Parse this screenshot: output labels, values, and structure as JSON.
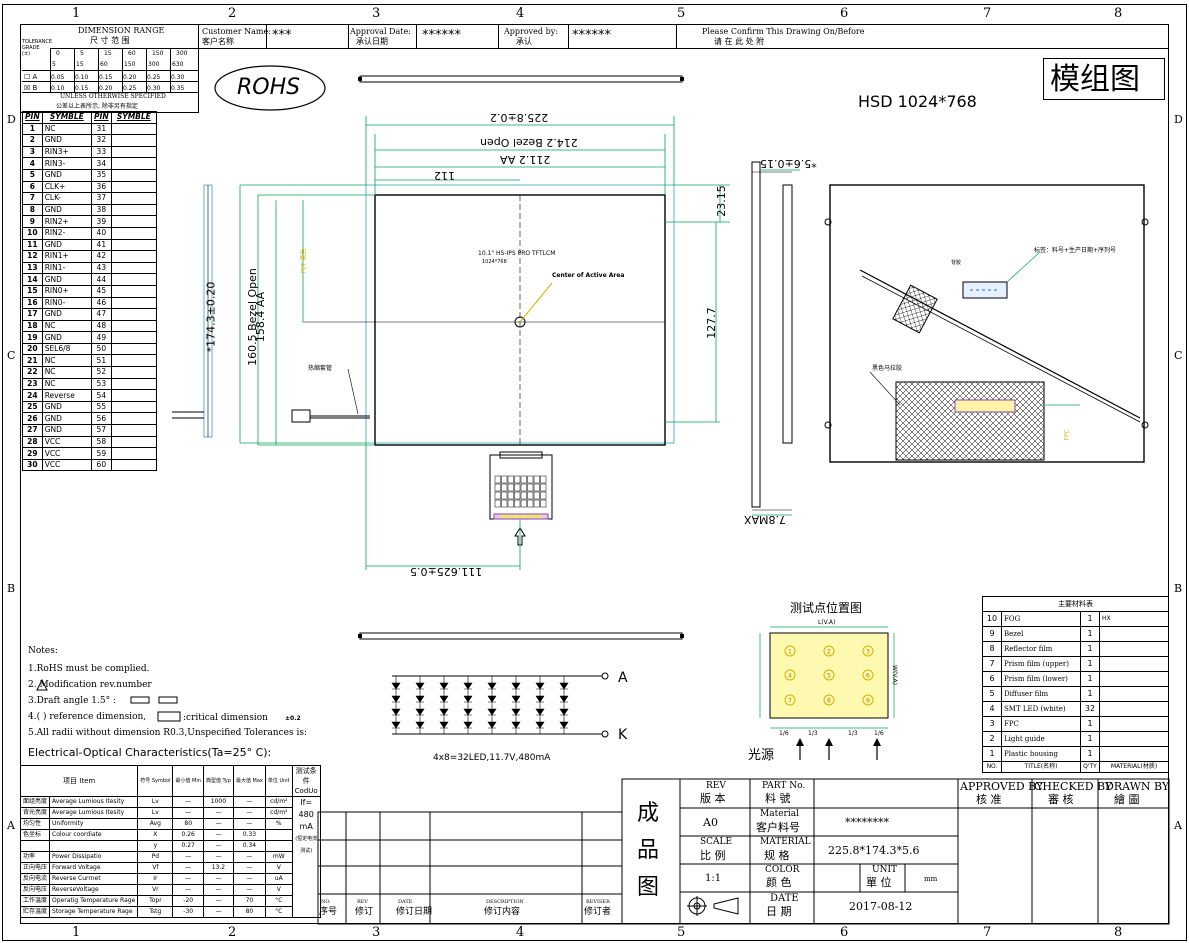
{
  "border": {
    "top_cols": [
      "1",
      "2",
      "3",
      "4",
      "5",
      "6",
      "7",
      "8"
    ],
    "side_rows": [
      "D",
      "C",
      "B",
      "A"
    ]
  },
  "header": {
    "tolerance": {
      "title_en": "DIMENSION RANGE",
      "title_cn": "尺 寸 范 围",
      "grade_label": "TOLERANCE GRADE (±)",
      "ranges_top": [
        "0",
        "5",
        "15",
        "60",
        "150",
        "300"
      ],
      "ranges_bottom": [
        "5",
        "15",
        "60",
        "150",
        "300",
        "630"
      ],
      "row_a_label": "A",
      "row_a": [
        "0.05",
        "0.10",
        "0.15",
        "0.20",
        "0.25",
        "0.30"
      ],
      "row_b_label": "B",
      "row_b": [
        "0.10",
        "0.15",
        "0.20",
        "0.25",
        "0.30",
        "0.35"
      ],
      "note1": "UNLESS OTHERWISE SPECIFIED",
      "note2": "公差以上表所示, 除非另有指定"
    },
    "customer_label": "Customer Name:",
    "customer_label_cn": "客户名称",
    "customer_value": "***",
    "approval_date_label": "Approval Date:",
    "approval_date_label_cn": "承认日期",
    "approval_date_value": "******",
    "approved_by_label": "Approved by:",
    "approved_by_label_cn": "承认",
    "approved_by_value": "******",
    "confirm_label": "Please Confirm This Drawing On/Before",
    "confirm_label_cn": "请 在 此 处 附"
  },
  "pins": {
    "header": [
      "PIN",
      "SYMBLE",
      "PIN",
      "SYMBLE"
    ],
    "rows": [
      [
        "1",
        "NC",
        "31",
        ""
      ],
      [
        "2",
        "GND",
        "32",
        ""
      ],
      [
        "3",
        "RIN3+",
        "33",
        ""
      ],
      [
        "4",
        "RIN3-",
        "34",
        ""
      ],
      [
        "5",
        "GND",
        "35",
        ""
      ],
      [
        "6",
        "CLK+",
        "36",
        ""
      ],
      [
        "7",
        "CLK-",
        "37",
        ""
      ],
      [
        "8",
        "GND",
        "38",
        ""
      ],
      [
        "9",
        "RIN2+",
        "39",
        ""
      ],
      [
        "10",
        "RIN2-",
        "40",
        ""
      ],
      [
        "11",
        "GND",
        "41",
        ""
      ],
      [
        "12",
        "RIN1+",
        "42",
        ""
      ],
      [
        "13",
        "RIN1-",
        "43",
        ""
      ],
      [
        "14",
        "GND",
        "44",
        ""
      ],
      [
        "15",
        "RIN0+",
        "45",
        ""
      ],
      [
        "16",
        "RIN0-",
        "46",
        ""
      ],
      [
        "17",
        "GND",
        "47",
        ""
      ],
      [
        "18",
        "NC",
        "48",
        ""
      ],
      [
        "19",
        "GND",
        "49",
        ""
      ],
      [
        "20",
        "SEL6/8",
        "50",
        ""
      ],
      [
        "21",
        "NC",
        "51",
        ""
      ],
      [
        "22",
        "NC",
        "52",
        ""
      ],
      [
        "23",
        "NC",
        "53",
        ""
      ],
      [
        "24",
        "Reverse",
        "54",
        ""
      ],
      [
        "25",
        "GND",
        "55",
        ""
      ],
      [
        "26",
        "GND",
        "56",
        ""
      ],
      [
        "27",
        "GND",
        "57",
        ""
      ],
      [
        "28",
        "VCC",
        "58",
        ""
      ],
      [
        "29",
        "VCC",
        "59",
        ""
      ],
      [
        "30",
        "VCC",
        "60",
        ""
      ]
    ]
  },
  "drawing": {
    "rohs": "ROHS",
    "module_title": "模组图",
    "model": "HSD  1024*768",
    "dim_outline_w": "225.8±0.2",
    "dim_bezel_w": "214.2 Bezel Open",
    "dim_aa_w": "211.2 AA",
    "dim_center_x": "112",
    "dim_outline_h": "*174.3±0.20",
    "dim_bezel_h": "160.5 Bezel Open",
    "dim_aa_h": "158.4 AA",
    "dim_right_top": "23.15",
    "dim_right_mid": "127.7",
    "dim_bottom": "111.625±0.5",
    "dim_thickness": "*5.6±0.15",
    "dim_max": "7.8MAX",
    "panel_label": "10.1\" HS-IPS PRO TFTLCM",
    "panel_res": "1024*768",
    "center_label": "Center of Active Area",
    "cable_label": "热缩套管",
    "yellow_label": "PET 黄色",
    "back_label_1": "标签：料号+生产日期+序列号",
    "back_label_2": "黑色马拉胶",
    "back_label_3": "背胶",
    "back_label_4": "FPC"
  },
  "notes": {
    "title": "Notes:",
    "items": [
      "1.RoHS must be complied.",
      "2.   Modification rev.number",
      "3.Draft angle 1.5° :",
      "4.( ) reference dimension,",
      "5.All radii without dimension R0.3,Unspecified Tolerances is:"
    ],
    "critical": ":critical dimension",
    "critical_val": "±0.2"
  },
  "led": {
    "label_a": "A",
    "label_k": "K",
    "caption": "4x8=32LED,11.7V,480mA"
  },
  "test_points": {
    "title": "测试点位置图",
    "light_source": "光源",
    "dim_top": "L(V.A)",
    "dim_right": "W(V.A)",
    "fractions": [
      "1/6",
      "1/3",
      "1/3",
      "1/6"
    ],
    "points": [
      "1",
      "2",
      "3",
      "4",
      "5",
      "6",
      "7",
      "8",
      "9"
    ]
  },
  "eo": {
    "title": "Electrical-Optical Characteristics(Ta=25° C):",
    "header": [
      "项目",
      "Item",
      "符号",
      "最小值",
      "典型值",
      "最大值",
      "单位",
      "测试条件"
    ],
    "header_en": [
      "Symbol",
      "Min",
      "Typ",
      "Max",
      "Unit",
      "CodUo"
    ],
    "rows": [
      [
        "面组亮度",
        "Average Lumious Itesity",
        "Lv",
        "—",
        "1000",
        "—",
        "cd/m²"
      ],
      [
        "背光亮度",
        "Average Lumious Itesity",
        "Lv",
        "—",
        "—",
        "—",
        "cd/m²"
      ],
      [
        "均匀性",
        "Uniformity",
        "Avg",
        "80",
        "—",
        "—",
        "%"
      ],
      [
        "色坐标",
        "Colour coordiate",
        "X",
        "0.26",
        "—",
        "0.33",
        ""
      ],
      [
        "",
        "",
        "y",
        "0.27",
        "—",
        "0.34",
        ""
      ],
      [
        "功率",
        "Power Dissipatio",
        "Pd",
        "—",
        "—",
        "—",
        "mW"
      ],
      [
        "正向电压",
        "Forward Voltage",
        "Vf",
        "—",
        "13.2",
        "—",
        "V"
      ],
      [
        "反向电流",
        "Reverse Currnet",
        "Ir",
        "—",
        "—",
        "—",
        "uA"
      ],
      [
        "反向电压",
        "ReverseVoltage",
        "Vr",
        "—",
        "—",
        "—",
        "V"
      ],
      [
        "工作温度",
        "Operatig Temperature Rage",
        "Topr",
        "-20",
        "—",
        "70",
        "°C"
      ],
      [
        "贮存温度",
        "Storage Temperature Rage",
        "Tstg",
        "-30",
        "—",
        "80",
        "°C"
      ]
    ],
    "condition": "If= 480 mA",
    "condition_note": "(恒定电流测试)"
  },
  "bom": {
    "title": "主要材料表",
    "rows": [
      [
        "10",
        "FOG",
        "1",
        "HX"
      ],
      [
        "9",
        "Bezel",
        "1",
        ""
      ],
      [
        "8",
        "Reflector film",
        "1",
        ""
      ],
      [
        "7",
        "Prism film (upper)",
        "1",
        ""
      ],
      [
        "6",
        "Prism film (lower)",
        "1",
        ""
      ],
      [
        "5",
        "Diffuser film",
        "1",
        ""
      ],
      [
        "4",
        "SMT LED (white)",
        "32",
        ""
      ],
      [
        "3",
        "FPC",
        "1",
        ""
      ],
      [
        "2",
        "Light guide",
        "1",
        ""
      ],
      [
        "1",
        "Plastic housing",
        "1",
        ""
      ]
    ],
    "footer": [
      "NO.",
      "TITLE(名称)",
      "Q'TY",
      "MATERIAL(材质)"
    ]
  },
  "revision": {
    "cols": [
      "NO.",
      "REV",
      "DATE",
      "DESCRIPTION",
      "REVISER"
    ],
    "cols_cn": [
      "序号",
      "修订",
      "修订日期",
      "修订内容",
      "修订者"
    ]
  },
  "titleblock": {
    "big": [
      "成",
      "品",
      "图"
    ],
    "rev_label": "REV",
    "rev_label_cn": "版 本",
    "rev_value": "A0",
    "scale_label": "SCALE",
    "scale_label_cn": "比 例",
    "scale_value": "1:1",
    "partno_label": "PART No.",
    "partno_label_cn": "料 號",
    "material_label": "Material",
    "material_label_cn": "客户料号",
    "material_value": "********",
    "spec_label": "MATERIAL",
    "spec_label_cn": "规 格",
    "spec_value": "225.8*174.3*5.6",
    "color_label": "COLOR",
    "color_label_cn": "颜 色",
    "unit_label": "UNIT",
    "unit_label_cn": "單 位",
    "unit_value": "mm",
    "date_label": "DATE",
    "date_label_cn": "日 期",
    "date_value": "2017-08-12",
    "approved": "APPROVED BY",
    "approved_cn": "核 准",
    "checked": "CHECKED BY",
    "checked_cn": "審 核",
    "drawn": "DRAWN BY",
    "drawn_cn": "繪 圖"
  }
}
